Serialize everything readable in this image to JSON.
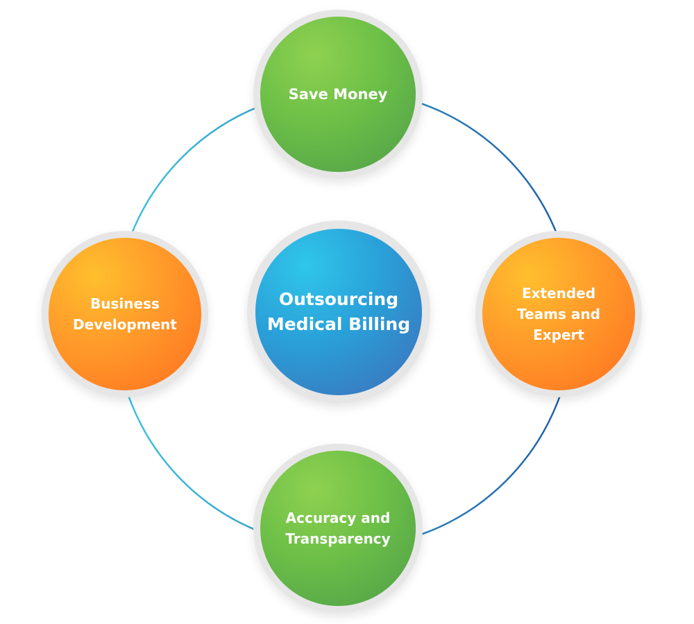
{
  "center": {
    "label": "Outsourcing\nMedical Billing"
  },
  "top": {
    "label": "Save Money"
  },
  "right": {
    "label": "Extended\nTeams and\nExpert"
  },
  "bottom": {
    "label": "Accuracy and\nTransparency"
  },
  "left": {
    "label": "Business\nDevelopment"
  },
  "colors": {
    "green": "#6cbf47",
    "orange": "#ff8a25",
    "blue": "#2a9fd8",
    "ring_left": "#3fc4df",
    "ring_right": "#1f5ea8"
  }
}
